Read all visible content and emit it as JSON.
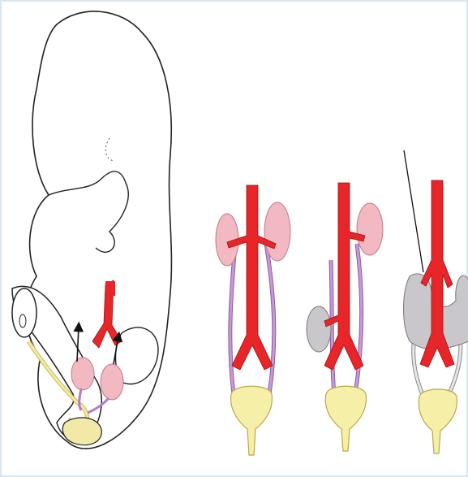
{
  "figure": {
    "description_visible_text": [],
    "colors": {
      "aorta": "#e8262a",
      "kidney_normal": "#f2b9c2",
      "kidney_ascended": "#c9c7cc",
      "ureter": "#b47bc7",
      "ureter_late": "#d9d9df",
      "bladder": "#f6efa8",
      "outline": "#222222",
      "arrow": "#111111",
      "gut_tube": "#f3e9a6",
      "border": "#d7e8f2"
    },
    "panels": [
      {
        "name": "embryo-side-view"
      },
      {
        "name": "stage-1"
      },
      {
        "name": "stage-2"
      },
      {
        "name": "stage-3"
      }
    ]
  }
}
